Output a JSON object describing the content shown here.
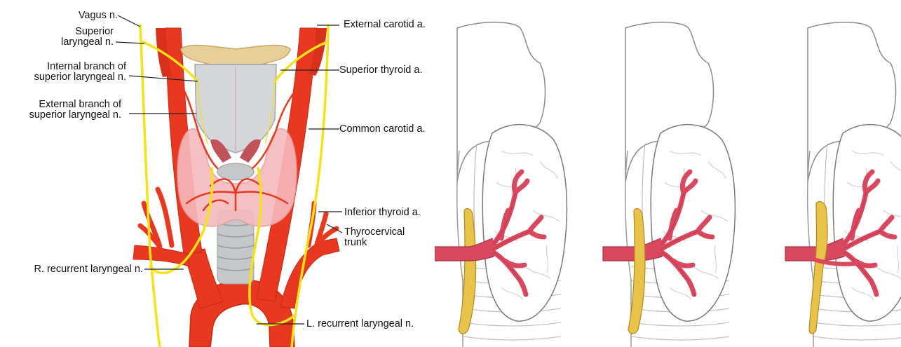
{
  "labels": {
    "vagus": "Vagus n.",
    "superior_laryngeal": "Superior laryngeal n.",
    "internal_branch": "Internal branch of superior laryngeal n.",
    "external_branch": "External branch of superior laryngeal n.",
    "r_recurrent": "R. recurrent laryngeal n.",
    "external_carotid": "External carotid a.",
    "superior_thyroid": "Superior thyroid a.",
    "common_carotid": "Common carotid a.",
    "inferior_thyroid": "Inferior thyroid a.",
    "thyrocervical": "Thyrocervical trunk",
    "l_recurrent": "L. recurrent laryngeal n."
  },
  "label_lines": {
    "superior_laryngeal": [
      "Superior",
      "laryngeal n."
    ],
    "internal_branch": [
      "Internal branch of",
      "superior laryngeal n."
    ],
    "external_branch": [
      "External branch of",
      "superior laryngeal n."
    ],
    "thyrocervical": [
      "Thyrocervical",
      "trunk"
    ]
  },
  "colors": {
    "artery": "#e8381f",
    "artery_dark": "#c52a14",
    "nerve": "#f3e11a",
    "thyroid": "#f6b9bc",
    "cartilage": "#cfd0d2",
    "hyoid": "#e8cf9a",
    "panel_artery": "#d9485f",
    "panel_nerve": "#e9c24a"
  },
  "panels": [
    {
      "name": "panel-nerve-behind-artery"
    },
    {
      "name": "panel-nerve-crossing-artery"
    },
    {
      "name": "panel-nerve-between-branches"
    }
  ]
}
